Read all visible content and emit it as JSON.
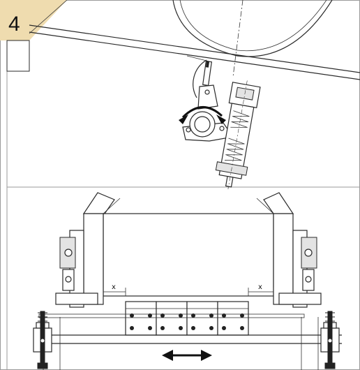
{
  "step": {
    "number": "4",
    "badge_color": "#efdcaf"
  },
  "top_panel": {
    "description_icons": [
      "pulley-wheel",
      "tensioner-arm",
      "spring-damper",
      "rotation-arrow"
    ]
  },
  "bottom_panel": {
    "dimension_left": "x",
    "dimension_right": "x",
    "adjust_arrow": "double-horizontal-arrow"
  },
  "colors": {
    "line": "#2a2a2a",
    "frame": "#9a9a9a",
    "fill_grey": "#e3e3e3"
  }
}
